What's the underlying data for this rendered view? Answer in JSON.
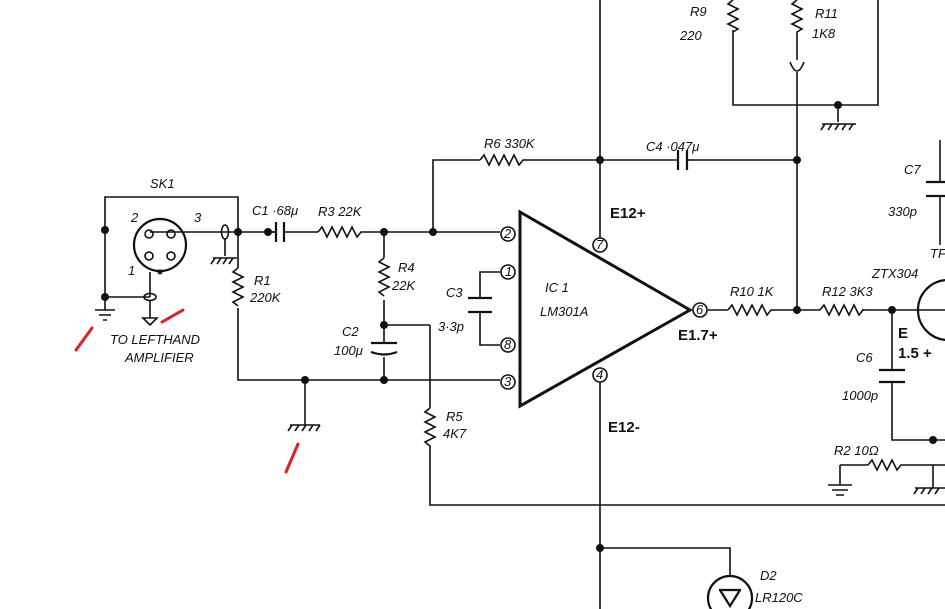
{
  "connector": {
    "name": "SK1",
    "pin1": "1",
    "pin2": "2",
    "pin3": "3"
  },
  "note": {
    "line1": "TO LEFTHAND",
    "line2": "AMPLIFIER"
  },
  "parts": {
    "c1": "C1 ·68μ",
    "r3": "R3 22K",
    "r1": "R1",
    "r1v": "220K",
    "r4": "R4",
    "r4v": "22K",
    "c2": "C2",
    "c2v": "100μ",
    "c3": "C3",
    "c3v": "3·3p",
    "r5": "R5",
    "r5v": "4K7",
    "r6": "R6 330K",
    "c4": "C4 ·047μ",
    "r9": "R9",
    "r9v": "220",
    "r11": "R11",
    "r11v": "1K8",
    "r10": "R10 1K",
    "r12": "R12 3K3",
    "c6": "C6",
    "c6v": "1000p",
    "c7": "C7",
    "c7v": "330p",
    "r2": "R2 10Ω",
    "d2": "D2",
    "d2v": "LR120C",
    "q": "ZTX304",
    "tr": "TF"
  },
  "ic": {
    "name": "IC 1",
    "part": "LM301A",
    "p1": "1",
    "p2": "2",
    "p3": "3",
    "p4": "4",
    "p6": "6",
    "p7": "7",
    "p8": "8"
  },
  "voltages": {
    "pos": "E12+",
    "neg": "E12-",
    "out": "E1.7+",
    "e": "E",
    "ev": "1.5 +"
  }
}
